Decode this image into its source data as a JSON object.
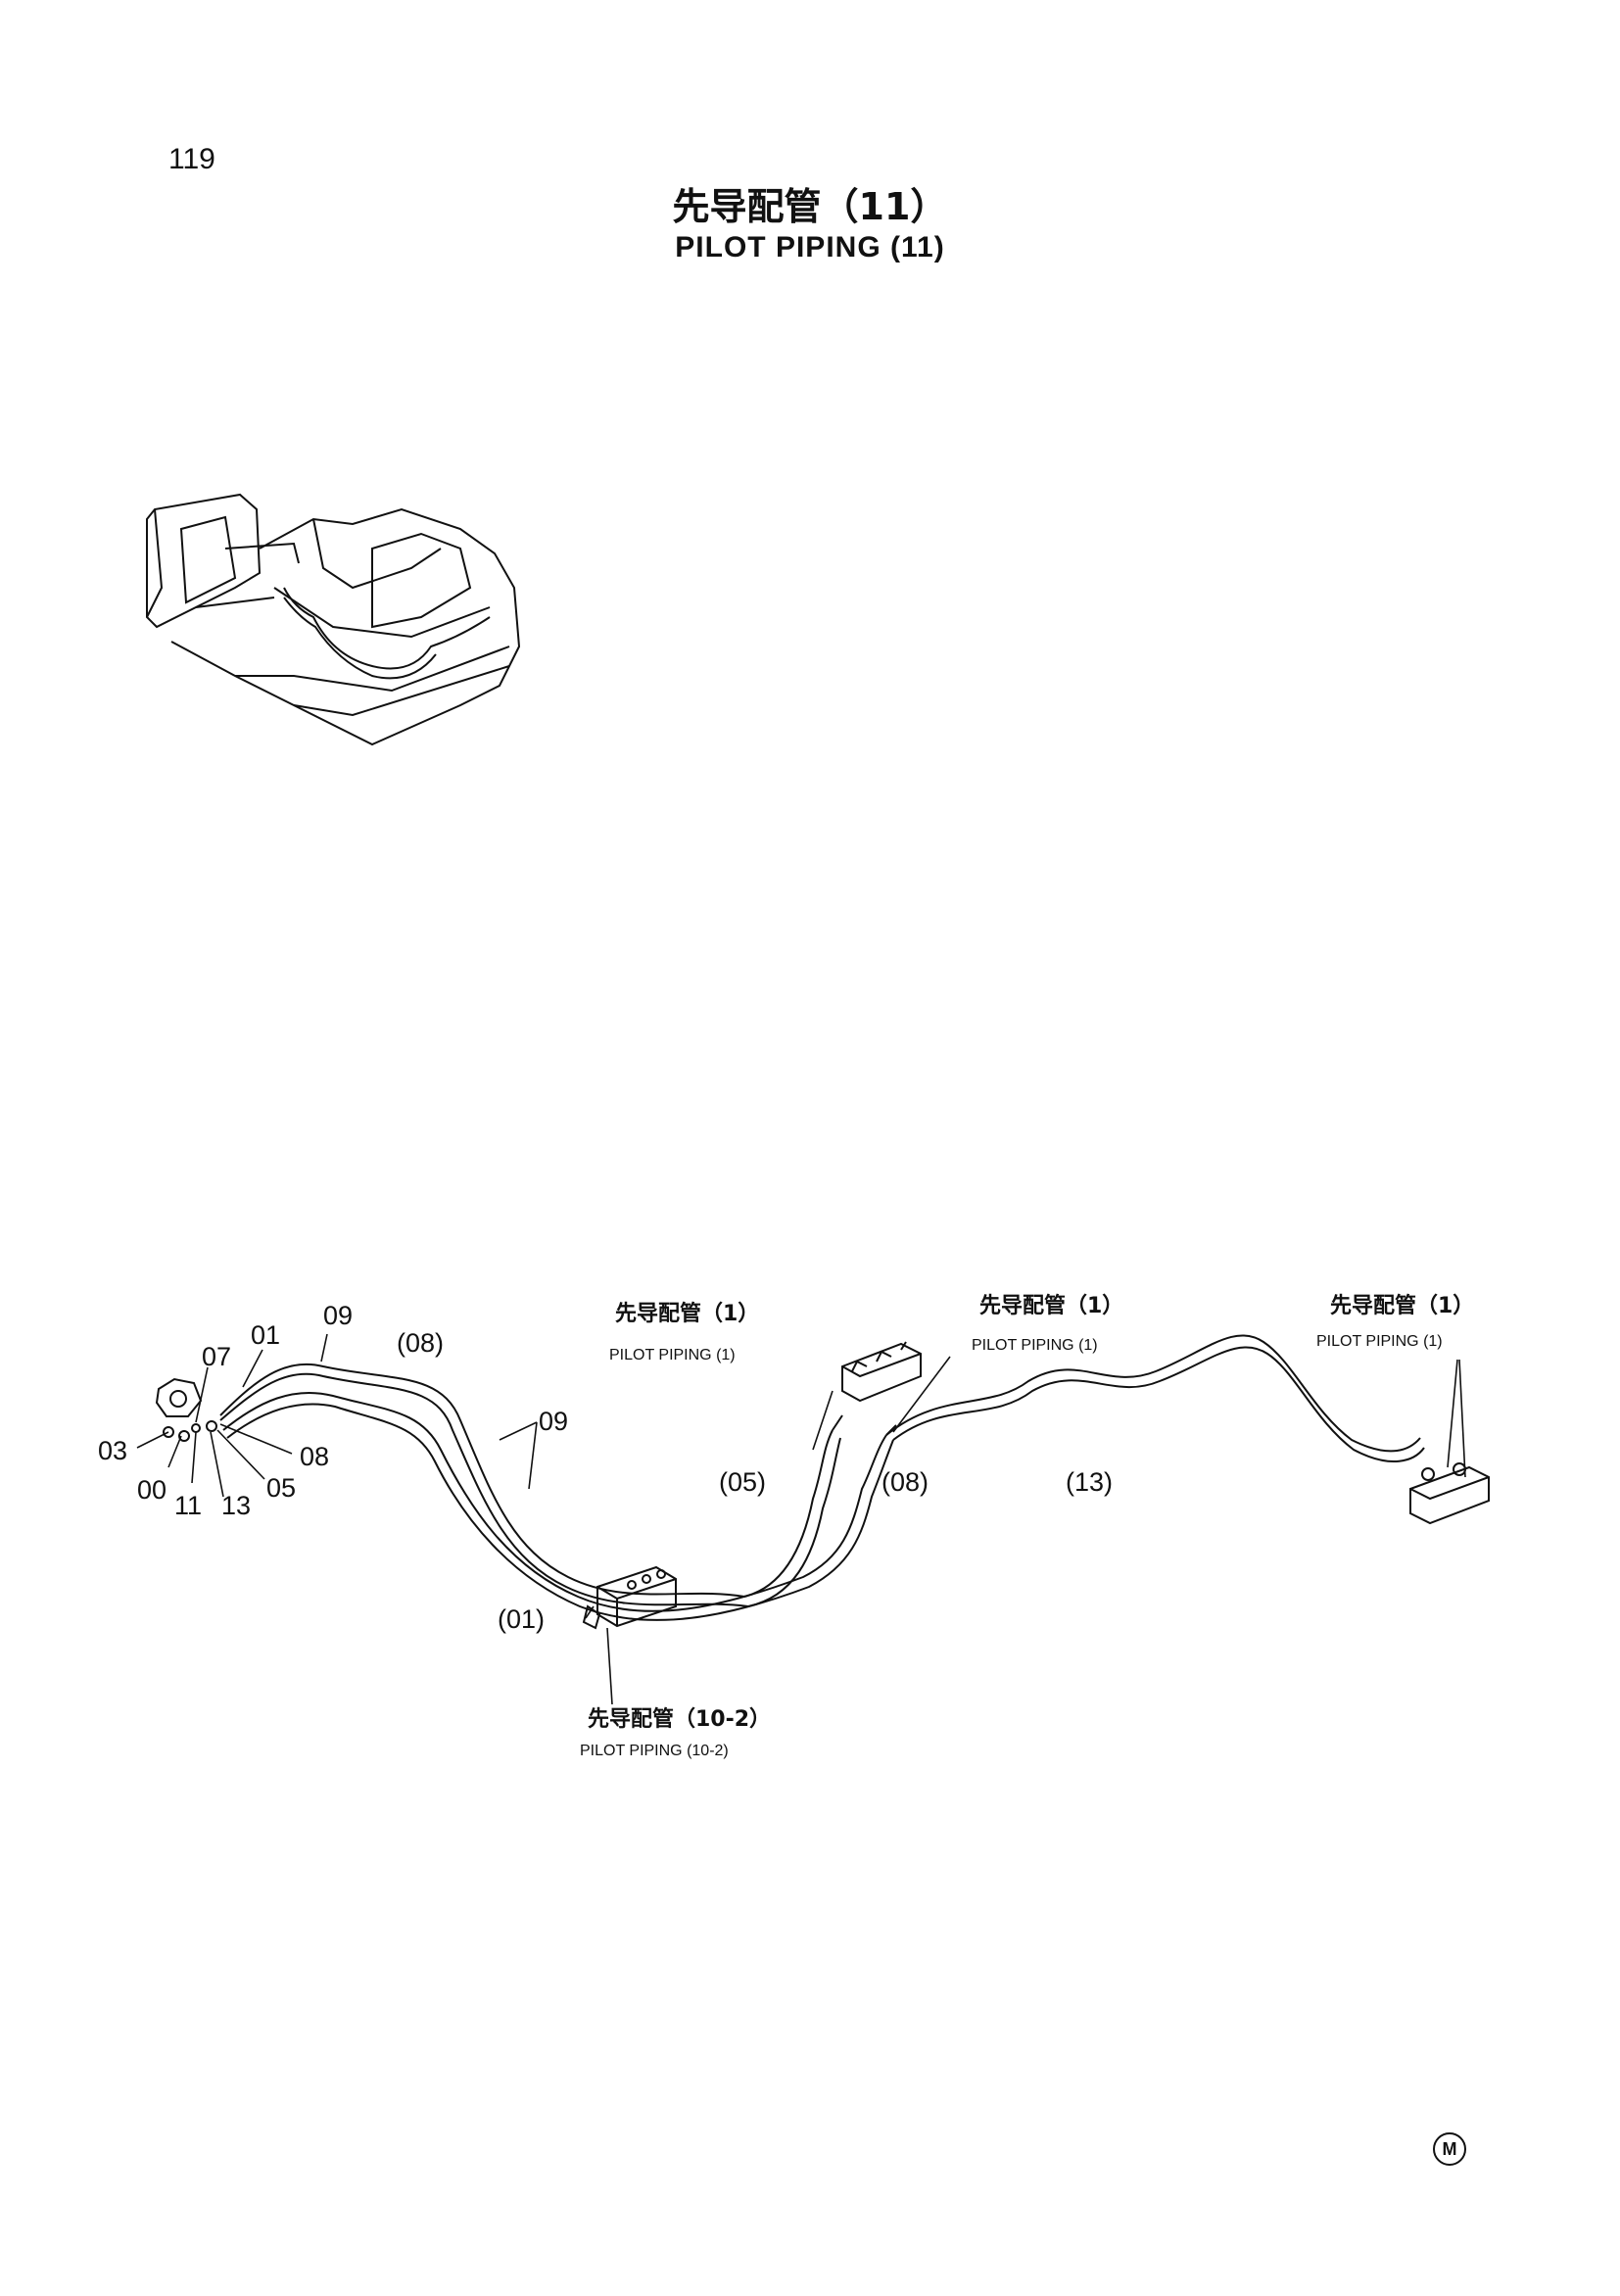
{
  "page": {
    "number": "119",
    "title_cn": "先导配管（11）",
    "title_en": "PILOT PIPING (11)"
  },
  "callouts": {
    "c01": "01",
    "c03": "03",
    "c00": "00",
    "c07": "07",
    "c11": "11",
    "c13": "13",
    "c05": "05",
    "c08": "08",
    "c09a": "09",
    "c09b": "09",
    "p08a": "(08)",
    "p05": "(05)",
    "p08b": "(08)",
    "p13": "(13)",
    "p01": "(01)"
  },
  "references": [
    {
      "cn": "先导配管（1）",
      "en": "PILOT PIPING (1)"
    },
    {
      "cn": "先导配管（1）",
      "en": "PILOT PIPING (1)"
    },
    {
      "cn": "先导配管（1）",
      "en": "PILOT PIPING (1)"
    },
    {
      "cn": "先导配管（10-2）",
      "en": "PILOT PIPING (10-2)"
    }
  ],
  "corner_mark": "M"
}
